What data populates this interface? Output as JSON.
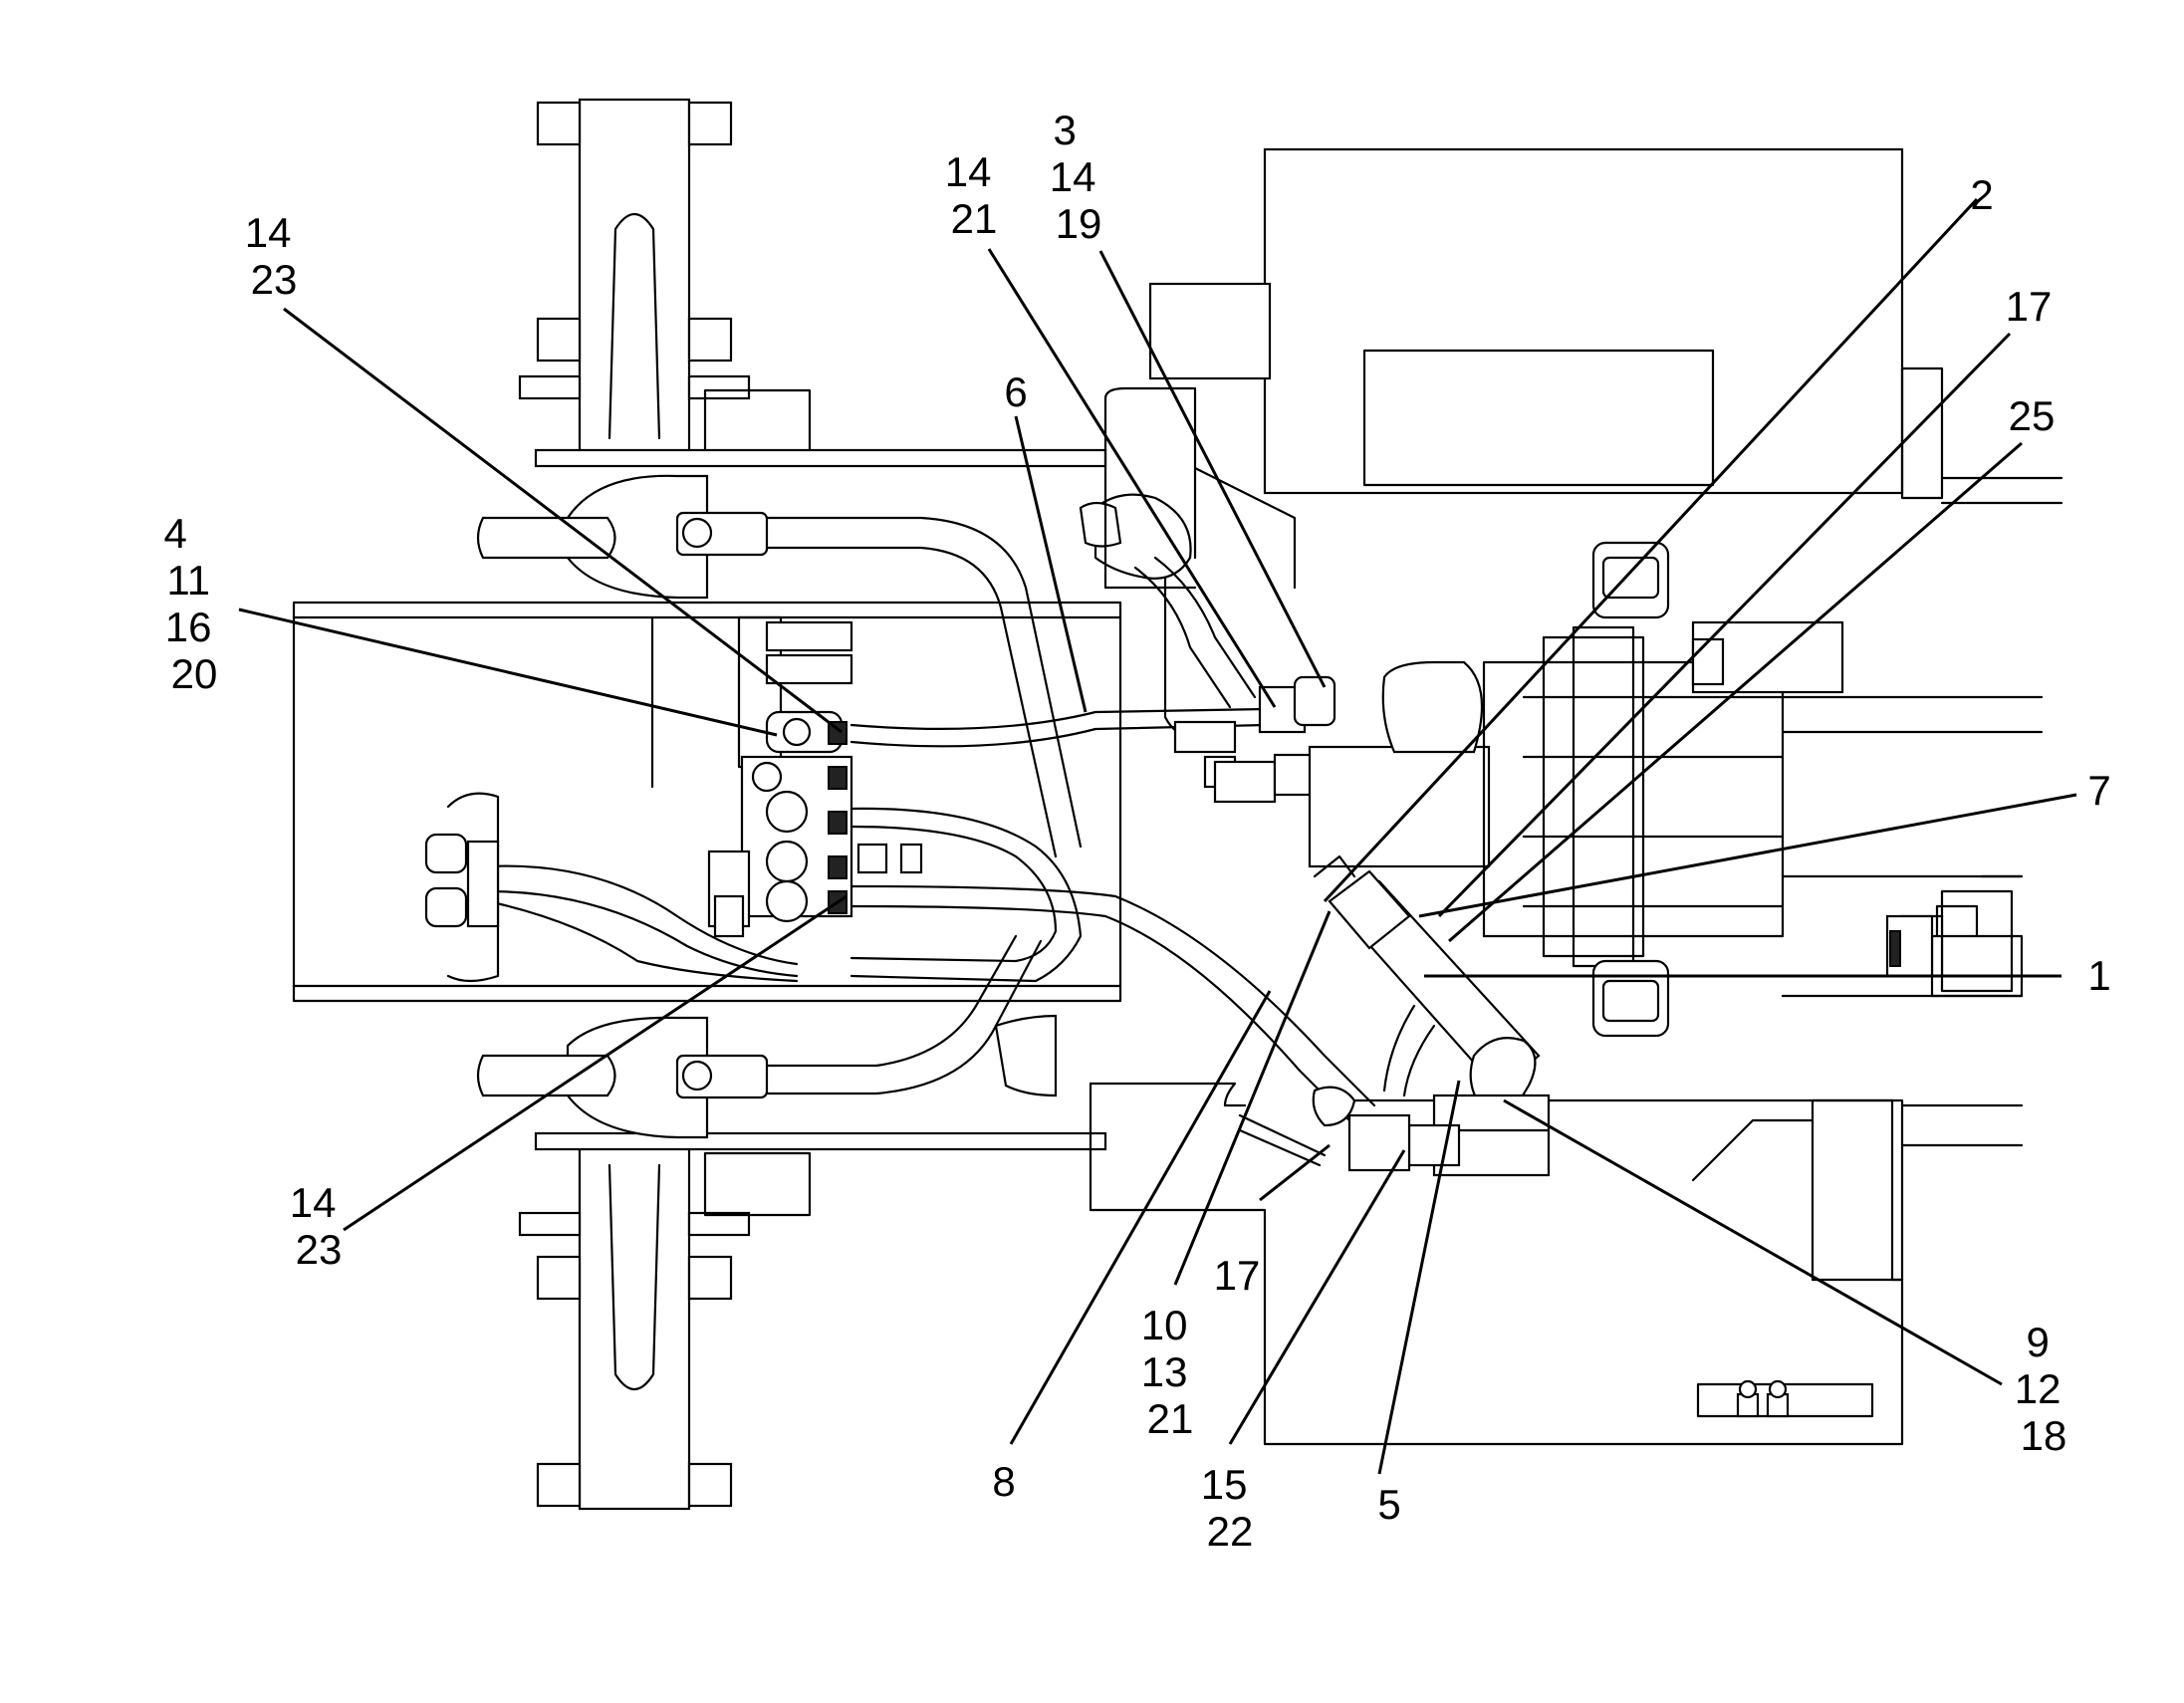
{
  "callouts": [
    {
      "id": "c-14-23-top",
      "lines": [
        "14",
        "23"
      ]
    },
    {
      "id": "c-4-11-16-20",
      "lines": [
        "4",
        "11",
        "16",
        "20"
      ]
    },
    {
      "id": "c-14-21",
      "lines": [
        "14",
        "21"
      ]
    },
    {
      "id": "c-3-14-19",
      "lines": [
        "3",
        "14",
        "19"
      ]
    },
    {
      "id": "c-6",
      "lines": [
        "6"
      ]
    },
    {
      "id": "c-2",
      "lines": [
        "2"
      ]
    },
    {
      "id": "c-17-top",
      "lines": [
        "17"
      ]
    },
    {
      "id": "c-25",
      "lines": [
        "25"
      ]
    },
    {
      "id": "c-7",
      "lines": [
        "7"
      ]
    },
    {
      "id": "c-1",
      "lines": [
        "1"
      ]
    },
    {
      "id": "c-14-23-bottom",
      "lines": [
        "14",
        "23"
      ]
    },
    {
      "id": "c-8",
      "lines": [
        "8"
      ]
    },
    {
      "id": "c-10-13-21",
      "lines": [
        "10",
        "13",
        "21"
      ]
    },
    {
      "id": "c-17-bottom",
      "lines": [
        "17"
      ]
    },
    {
      "id": "c-15-22",
      "lines": [
        "15",
        "22"
      ]
    },
    {
      "id": "c-5",
      "lines": [
        "5"
      ]
    },
    {
      "id": "c-9-12-18",
      "lines": [
        "9",
        "12",
        "18"
      ]
    }
  ]
}
